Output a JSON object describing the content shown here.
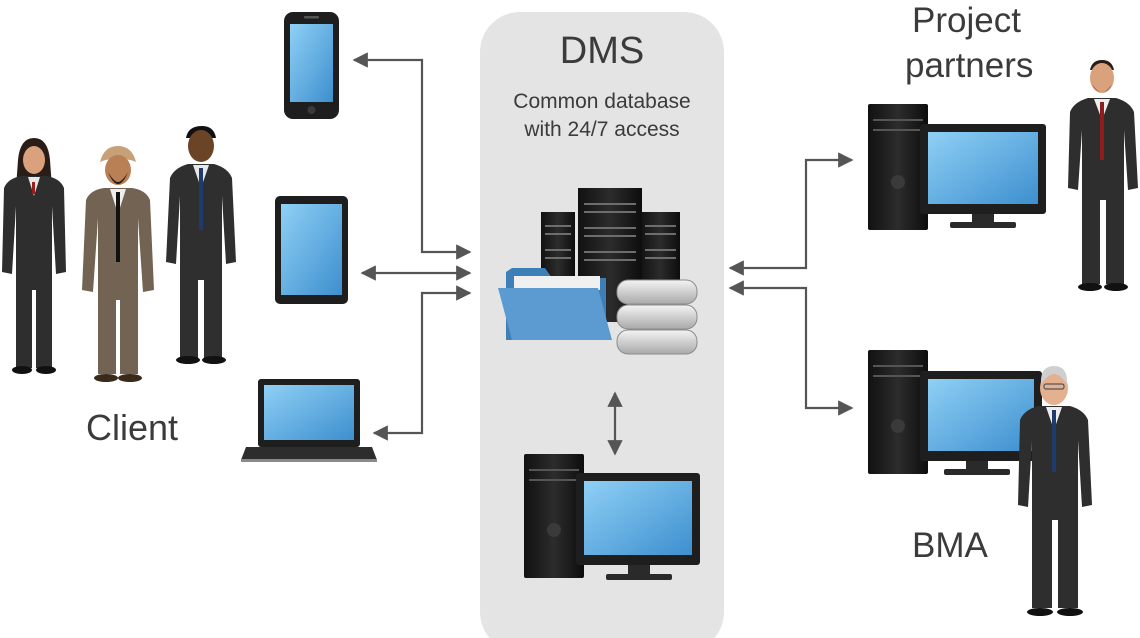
{
  "hub": {
    "title": "DMS",
    "subtitle_line1": "Common database",
    "subtitle_line2": "with 24/7 access"
  },
  "client": {
    "label": "Client"
  },
  "partners": {
    "label_line1": "Project",
    "label_line2": "partners"
  },
  "bma": {
    "label": "BMA"
  },
  "icons": [
    "smartphone-icon",
    "tablet-icon",
    "laptop-icon",
    "server-rack-icon",
    "folder-icon",
    "database-icon",
    "desktop-computer-icon",
    "person-icon"
  ],
  "colors": {
    "panel": "#e4e4e4",
    "screen": "#5aa9e0",
    "device": "#1e1e1e",
    "arrow": "#555555",
    "folder": "#5b9bd1",
    "text": "#3b3b3b"
  }
}
